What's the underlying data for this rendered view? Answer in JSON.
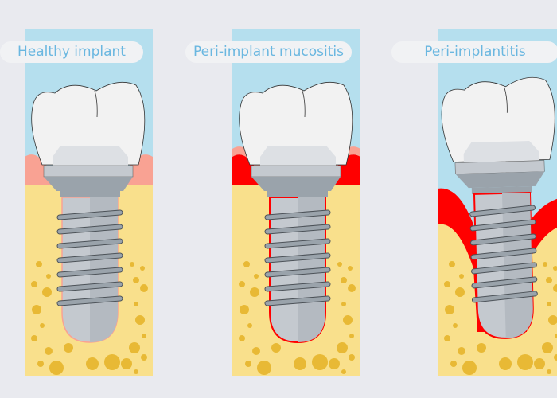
{
  "panels": [
    {
      "label": "Healthy implant",
      "condition": "healthy"
    },
    {
      "label": "Peri-implant mucositis",
      "condition": "mucositis"
    },
    {
      "label": "Peri-implantitis",
      "condition": "implantitis"
    }
  ],
  "colors": {
    "sky": "#b5dfee",
    "bone": "#f9e08c",
    "bone_dots": "#e8b935",
    "gum_healthy": "#f9a293",
    "gum_inflamed": "#ff0000",
    "crown": "#f2f2f2",
    "metal_light": "#c4c9cf",
    "metal_dark": "#9aa3ab",
    "label_text": "#6ab7e0"
  }
}
